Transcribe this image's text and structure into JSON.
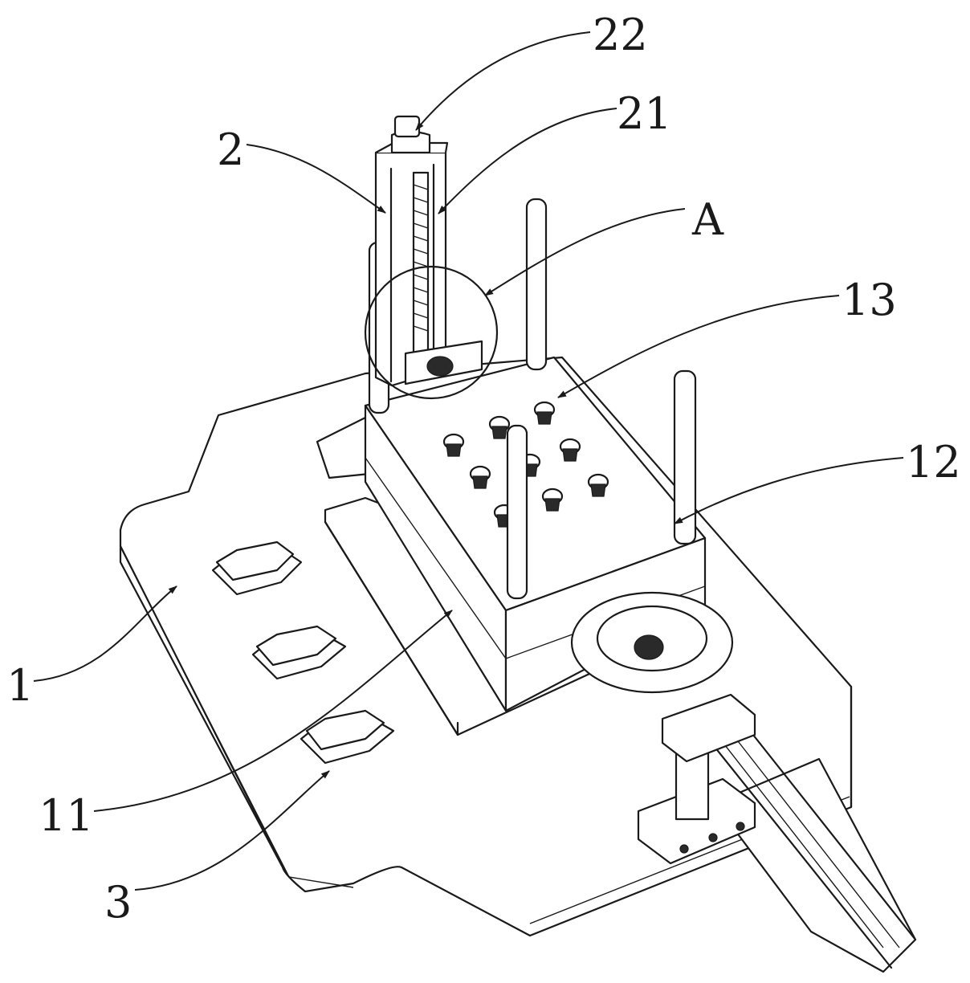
{
  "figure": {
    "description_labels": [
      "22",
      "21",
      "2",
      "A",
      "13",
      "12",
      "1",
      "11",
      "3"
    ],
    "callouts": {
      "c22": "22",
      "c21": "21",
      "c2": "2",
      "cA": "A",
      "c13": "13",
      "c12": "12",
      "c1": "1",
      "c11": "11",
      "c3": "3"
    }
  }
}
